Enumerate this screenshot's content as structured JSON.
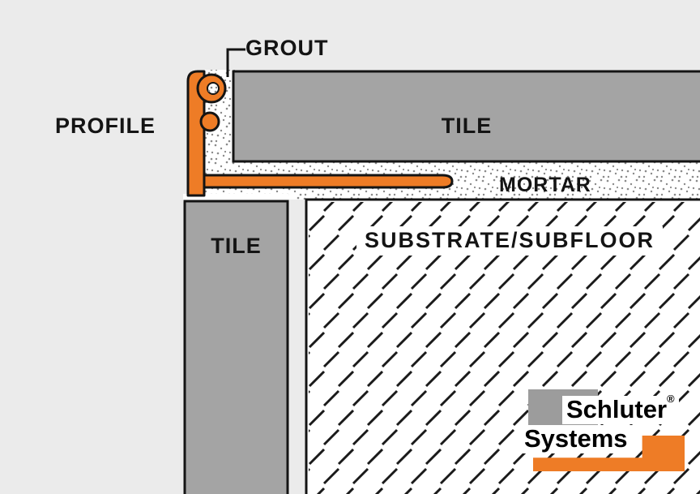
{
  "labels": {
    "grout": "GROUT",
    "profile": "PROFILE",
    "tile_top": "TILE",
    "mortar": "MORTAR",
    "tile_left": "TILE",
    "substrate": "SUBSTRATE/SUBFLOOR"
  },
  "logo": {
    "brand_line1": "Schluter",
    "registered_mark": "®",
    "brand_line2": "Systems"
  },
  "colors": {
    "profile_orange": "#EE7C26",
    "tile_gray": "#A4A4A4",
    "logo_gray": "#9C9C9C",
    "background": "#EBEBEB",
    "line_black": "#141414"
  }
}
